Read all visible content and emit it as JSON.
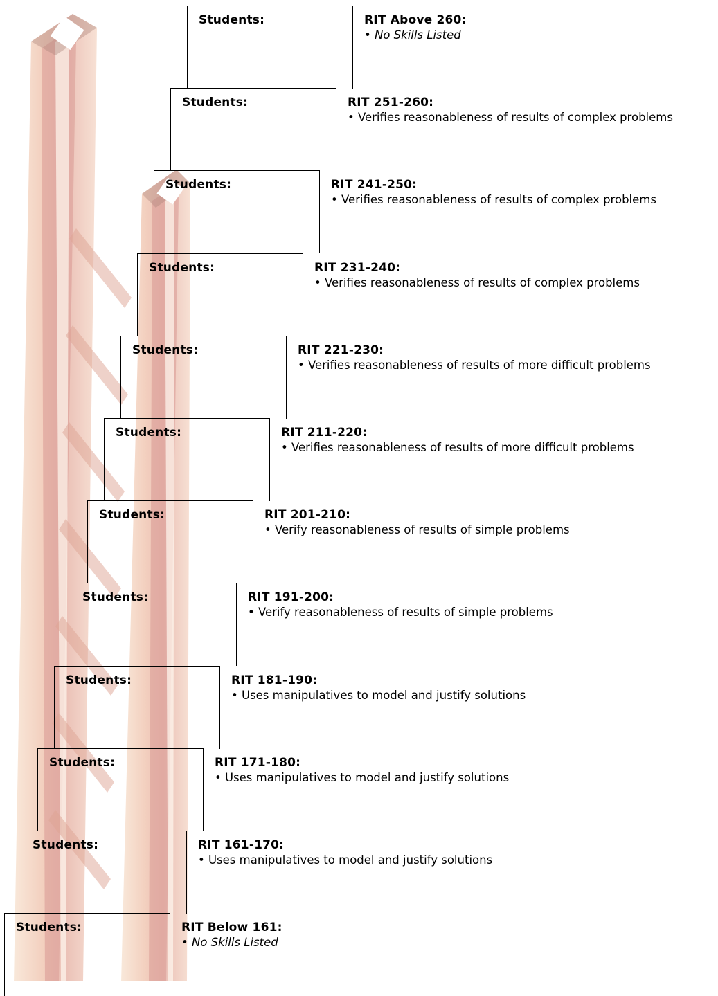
{
  "students_label": "Students:",
  "colors": {
    "ladder_dark": "#5a1408",
    "ladder_mid": "#c8501a",
    "ladder_light": "#f3c89a"
  },
  "levels": [
    {
      "rit": "RIT Above 260:",
      "skill": "• No Skills Listed",
      "none": true
    },
    {
      "rit": "RIT 251-260:",
      "skill": "• Verifies reasonableness of results of complex problems"
    },
    {
      "rit": "RIT 241-250:",
      "skill": "• Verifies reasonableness of results of complex problems"
    },
    {
      "rit": "RIT 231-240:",
      "skill": "• Verifies reasonableness of results of complex problems"
    },
    {
      "rit": "RIT 221-230:",
      "skill": "• Verifies reasonableness of results of more difficult problems"
    },
    {
      "rit": "RIT 211-220:",
      "skill": "• Verifies reasonableness of results of more difficult problems"
    },
    {
      "rit": "RIT 201-210:",
      "skill": "• Verify reasonableness of results of simple problems"
    },
    {
      "rit": "RIT 191-200:",
      "skill": "• Verify reasonableness of results of simple problems"
    },
    {
      "rit": "RIT 181-190:",
      "skill": "• Uses manipulatives to model and justify solutions"
    },
    {
      "rit": "RIT 171-180:",
      "skill": "• Uses manipulatives to model and justify solutions"
    },
    {
      "rit": "RIT 161-170:",
      "skill": "• Uses manipulatives to model and justify solutions"
    },
    {
      "rit": "RIT Below 161:",
      "skill": "• No Skills Listed",
      "none": true
    }
  ]
}
